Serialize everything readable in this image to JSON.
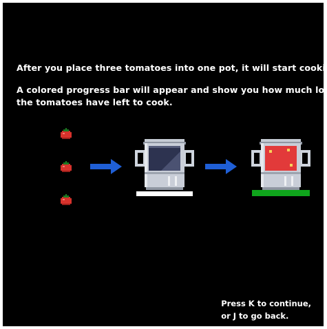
{
  "instructions": {
    "line1": "After you place three tomatoes into one pot, it will start cooking.",
    "line2": "A colored progress bar will appear and show you how much longer",
    "line3": "the tomatoes have left to cook."
  },
  "footer": {
    "continue_text": "Press K to continue,",
    "back_text": "or J to go back."
  },
  "icons": {
    "tomato": "tomato-icon",
    "arrow": "arrow-right-icon",
    "empty_pot": "empty-pot-icon",
    "cooking_pot": "cooking-pot-icon"
  },
  "progress": {
    "empty_pot_progress": 0,
    "cooking_pot_progress": 1
  },
  "colors": {
    "background": "#000000",
    "text": "#ffffff",
    "arrow": "#1f5fd6",
    "tomato": "#d8322c",
    "soup": "#e23a3a",
    "progress_empty": "#ffffff",
    "progress_fill": "#0fa51c"
  }
}
